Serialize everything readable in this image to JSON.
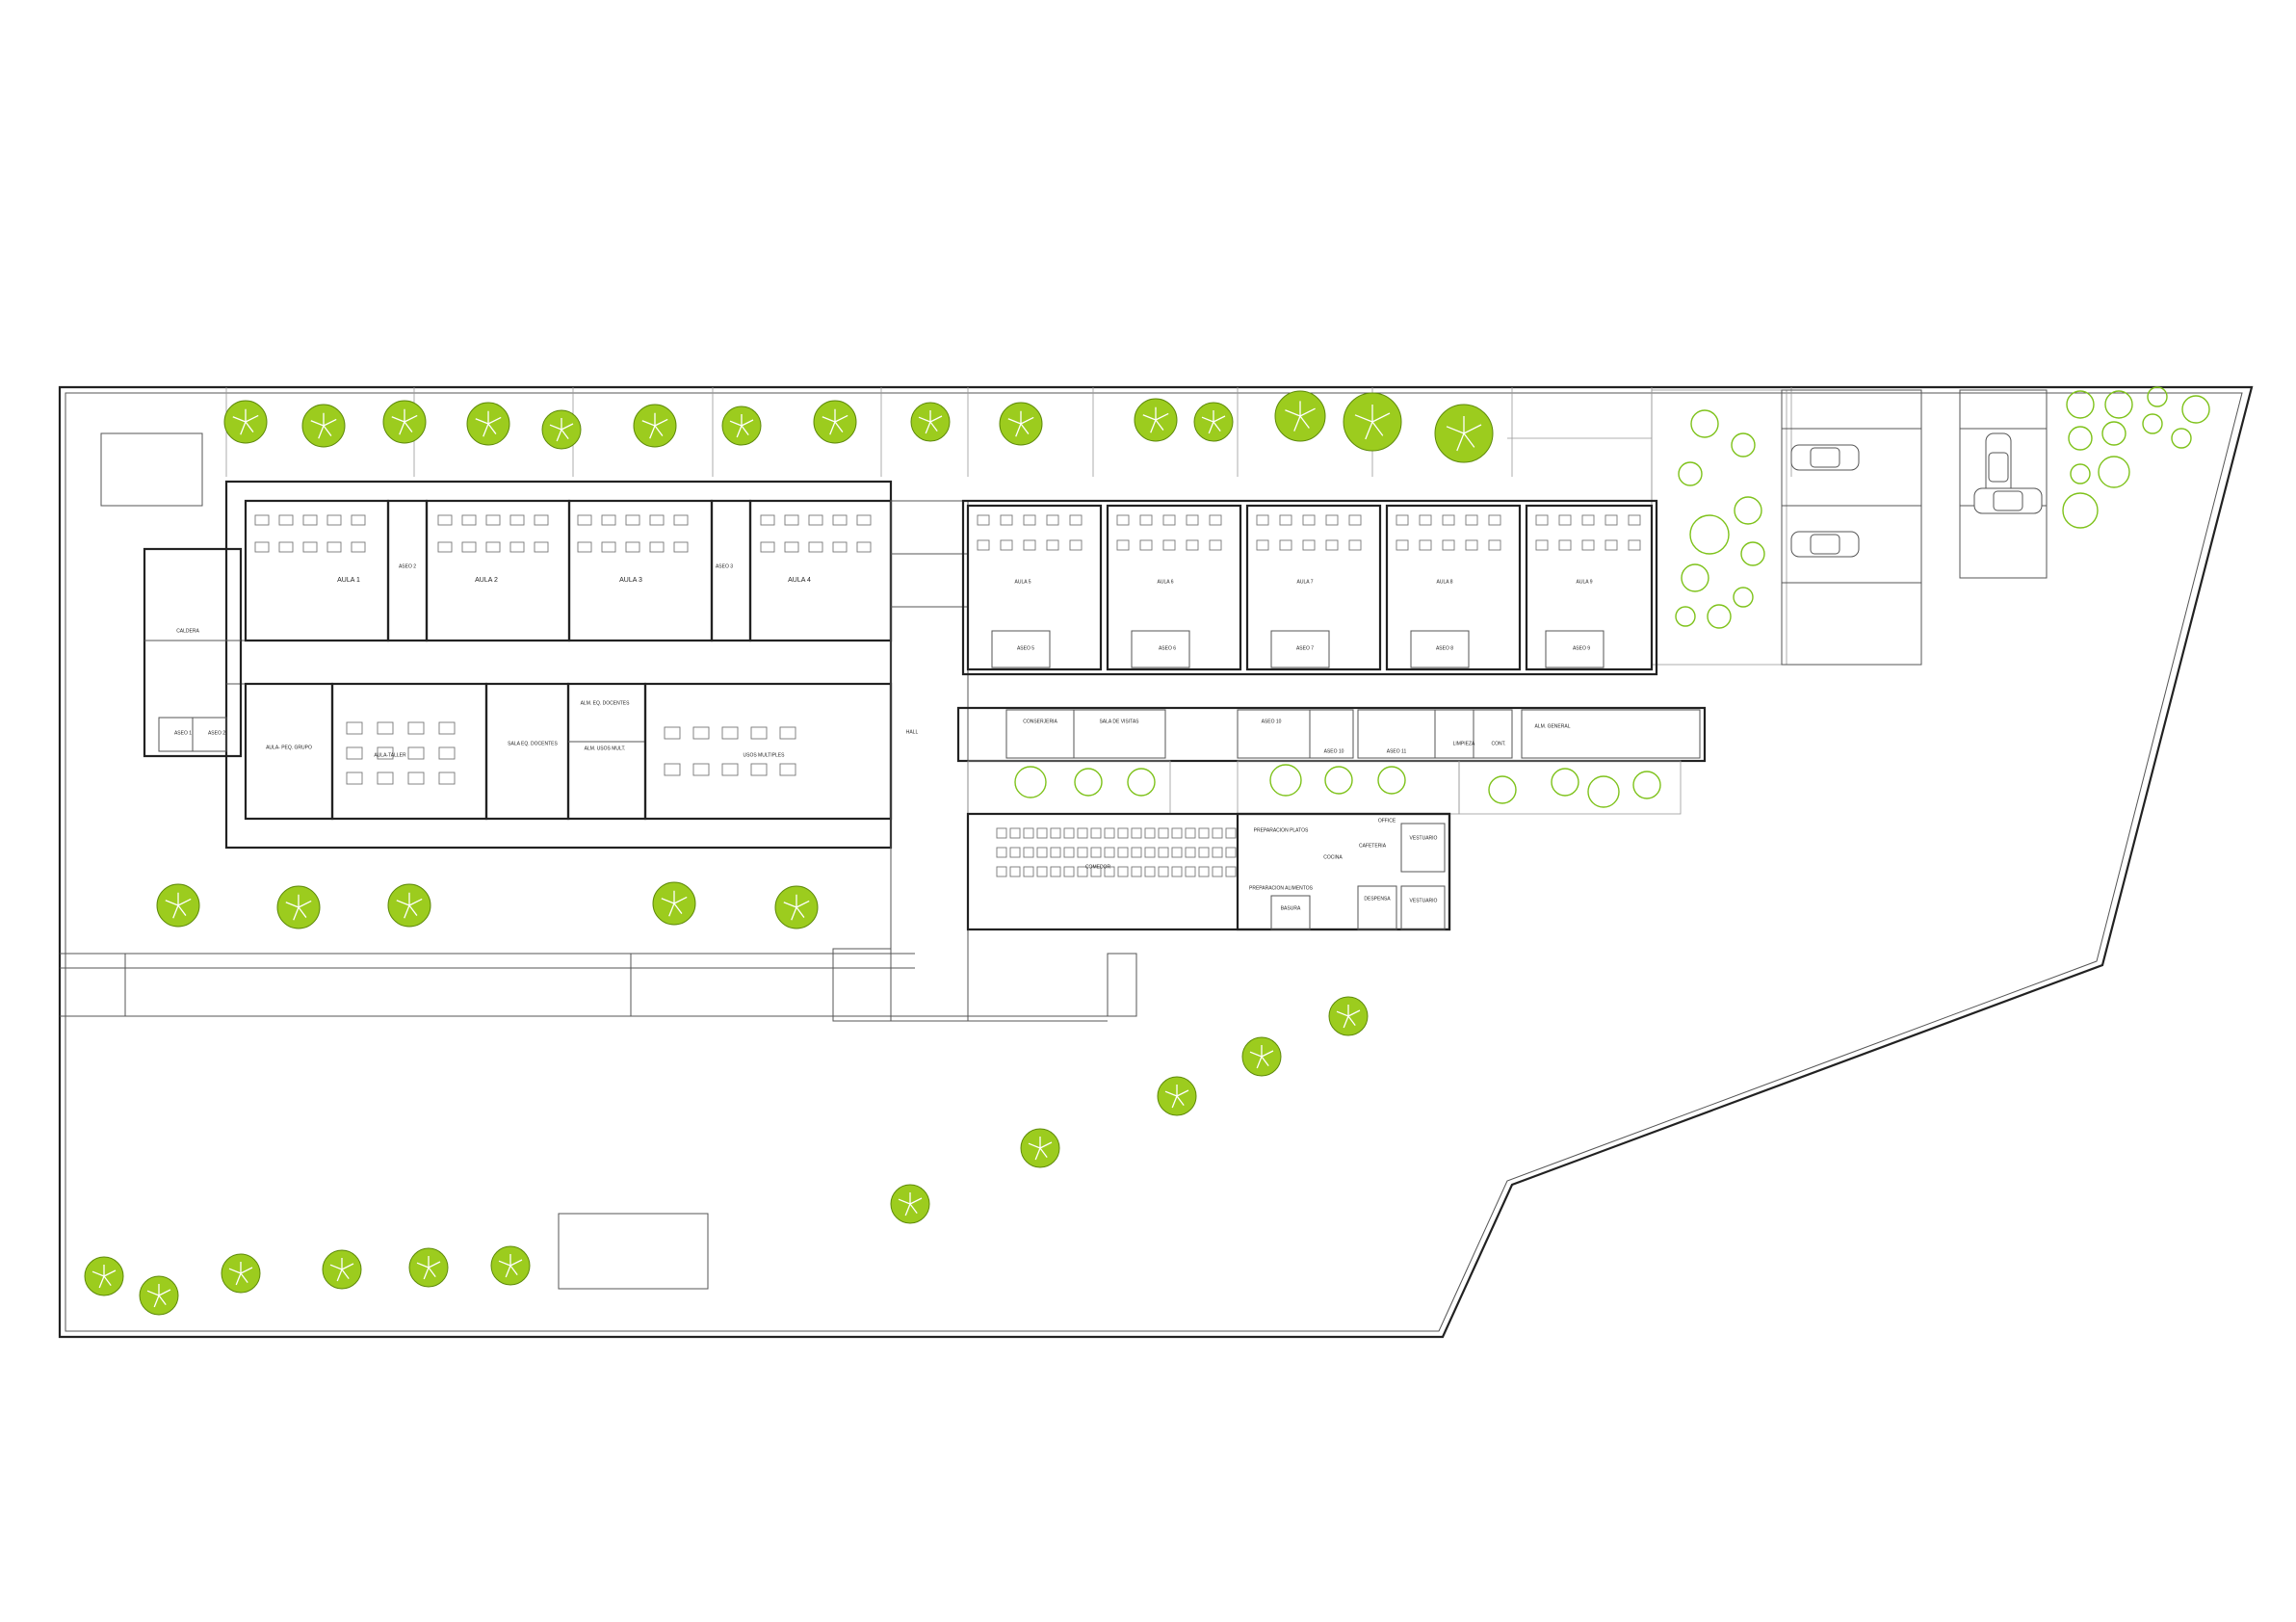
{
  "colors": {
    "tree_fill": "#9ccc1e",
    "tree_outline": "#7ec21a",
    "wall": "#222222"
  },
  "icons": {
    "tree": "tree-icon",
    "car": "car-icon"
  },
  "rooms": {
    "aula_1": "AULA 1",
    "aseo_2": "ASEO 2",
    "aula_2": "AULA 2",
    "aula_3": "AULA 3",
    "aseo_3": "ASEO 3",
    "aula_4": "AULA 4",
    "caldera": "CALDERA",
    "aseo_1": "ASEO 1",
    "aseo_2b": "ASEO 2",
    "aula_peq_grupo": "AULA- PEQ. GRUPO",
    "aula_taller": "AULA-TALLER",
    "sala_eq_docentes": "SALA EQ. DOCENTES",
    "alm_eq_docentes": "ALM. EQ. DOCENTES",
    "alm_usos_mult": "ALM. USOS MULT.",
    "usos_multiples": "USOS MULTIPLES",
    "hall": "HALL",
    "aula_5": "AULA 5",
    "aseo_5": "ASEO 5",
    "aula_6": "AULA 6",
    "aseo_6": "ASEO 6",
    "aula_7": "AULA 7",
    "aseo_7": "ASEO 7",
    "aula_8": "AULA 8",
    "aseo_8": "ASEO 8",
    "aula_9": "AULA 9",
    "aseo_9": "ASEO 9",
    "conserjeria": "CONSERJERIA",
    "sala_de_visitas": "SALA DE VISITAS",
    "aseo_10": "ASEO 10",
    "aseo_10b": "ASEO 10",
    "aseo_11": "ASEO 11",
    "limpieza": "LIMPIEZA",
    "cont": "CONT.",
    "alm_general": "ALM. GENERAL",
    "comedor": "COMEDOR",
    "cocina": "COCINA",
    "basura": "BASURA",
    "vestuario_1": "VESTUARIO",
    "vestuario_2": "VESTUARIO",
    "despensa": "DESPENSA",
    "cafeteria": "CAFETERIA",
    "preparacion_platos": "PREPARACION PLATOS",
    "preparacion_alimentos": "PREPARACION ALIMENTOS",
    "office": "OFFICE"
  }
}
